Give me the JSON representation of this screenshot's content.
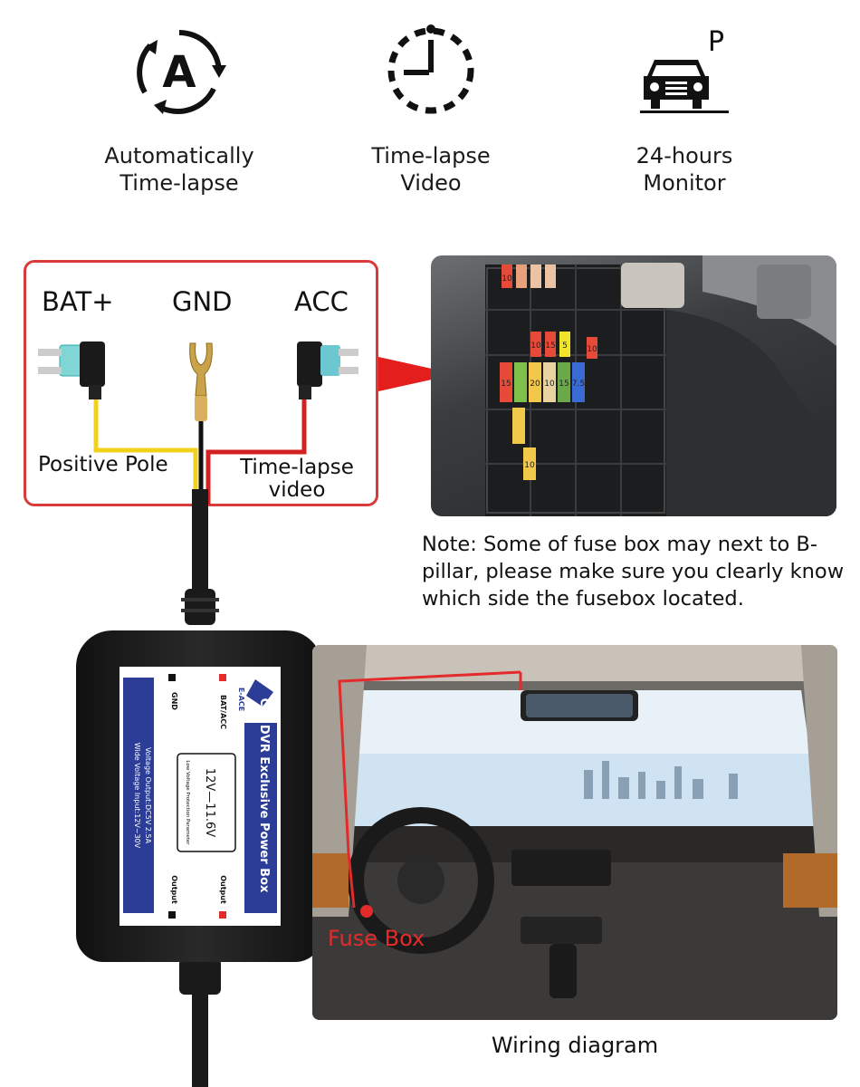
{
  "features": [
    {
      "icon": "auto-timelapse-icon",
      "label": "Automatically\nTime-lapse"
    },
    {
      "icon": "timelapse-clock-icon",
      "label": "Time-lapse\nVideo"
    },
    {
      "icon": "parking-monitor-icon",
      "label": "24-hours\nMonitor",
      "badge": "P"
    }
  ],
  "wiring": {
    "bat_label": "BAT+",
    "gnd_label": "GND",
    "acc_label": "ACC",
    "positive_pole_label": "Positive Pole",
    "timelapse_label": "Time-lapse\nvideo"
  },
  "fuse_numbers": [
    "10",
    "10",
    "15",
    "5",
    "10",
    "15",
    "20",
    "10",
    "15",
    "7.5",
    "10"
  ],
  "note": "Note: Some of fuse box may next to B-pillar, please make sure you clearly know which side the fusebox located.",
  "power_box": {
    "brand": "E-ACE",
    "title": "Car DVR Exclusive Power Box",
    "bat_acc": "BAT/ACC",
    "gnd": "GND",
    "output": "Output",
    "protection_title": "Low Voltage Protection Parameter",
    "protection_value": "12V—11.6V",
    "spec_input": "Wide Voltage Input:12V~30V",
    "spec_output": "Voltage Output:DC5V 2.5A"
  },
  "fuse_box_label": "Fuse Box",
  "caption": "Wiring diagram",
  "colors": {
    "accent_red": "#e32b2b",
    "wire_yellow": "#f2d11c",
    "label_blue": "#2b3d97"
  }
}
